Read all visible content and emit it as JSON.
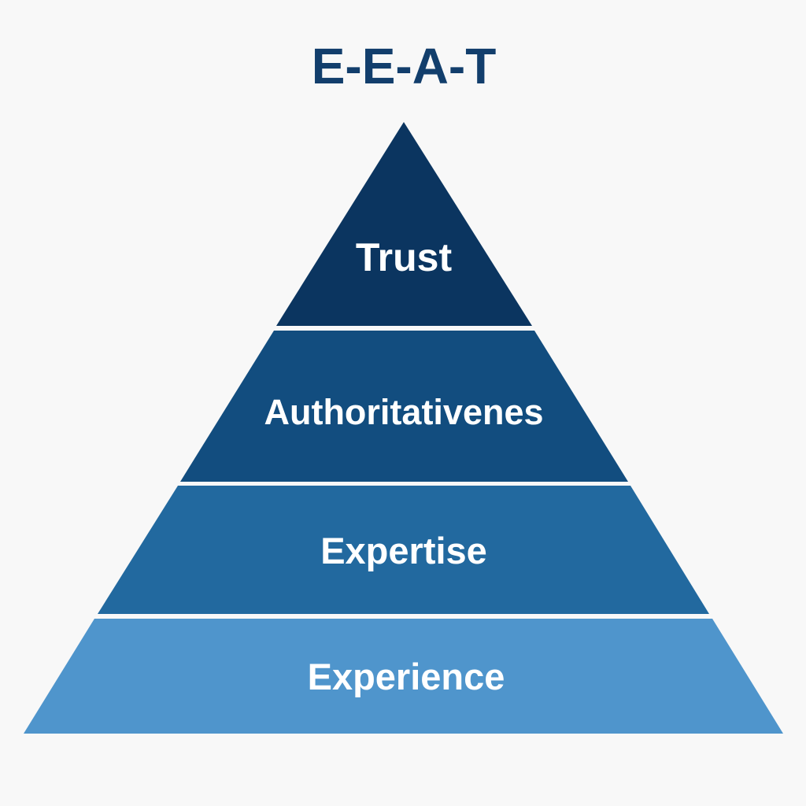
{
  "title": "E-E-A-T",
  "layers": [
    {
      "label": "Trust",
      "color": "#0b3560"
    },
    {
      "label": "Authoritativenes",
      "color": "#124d7f"
    },
    {
      "label": "Expertise",
      "color": "#22699f"
    },
    {
      "label": "Experience",
      "color": "#4f95cc"
    }
  ]
}
